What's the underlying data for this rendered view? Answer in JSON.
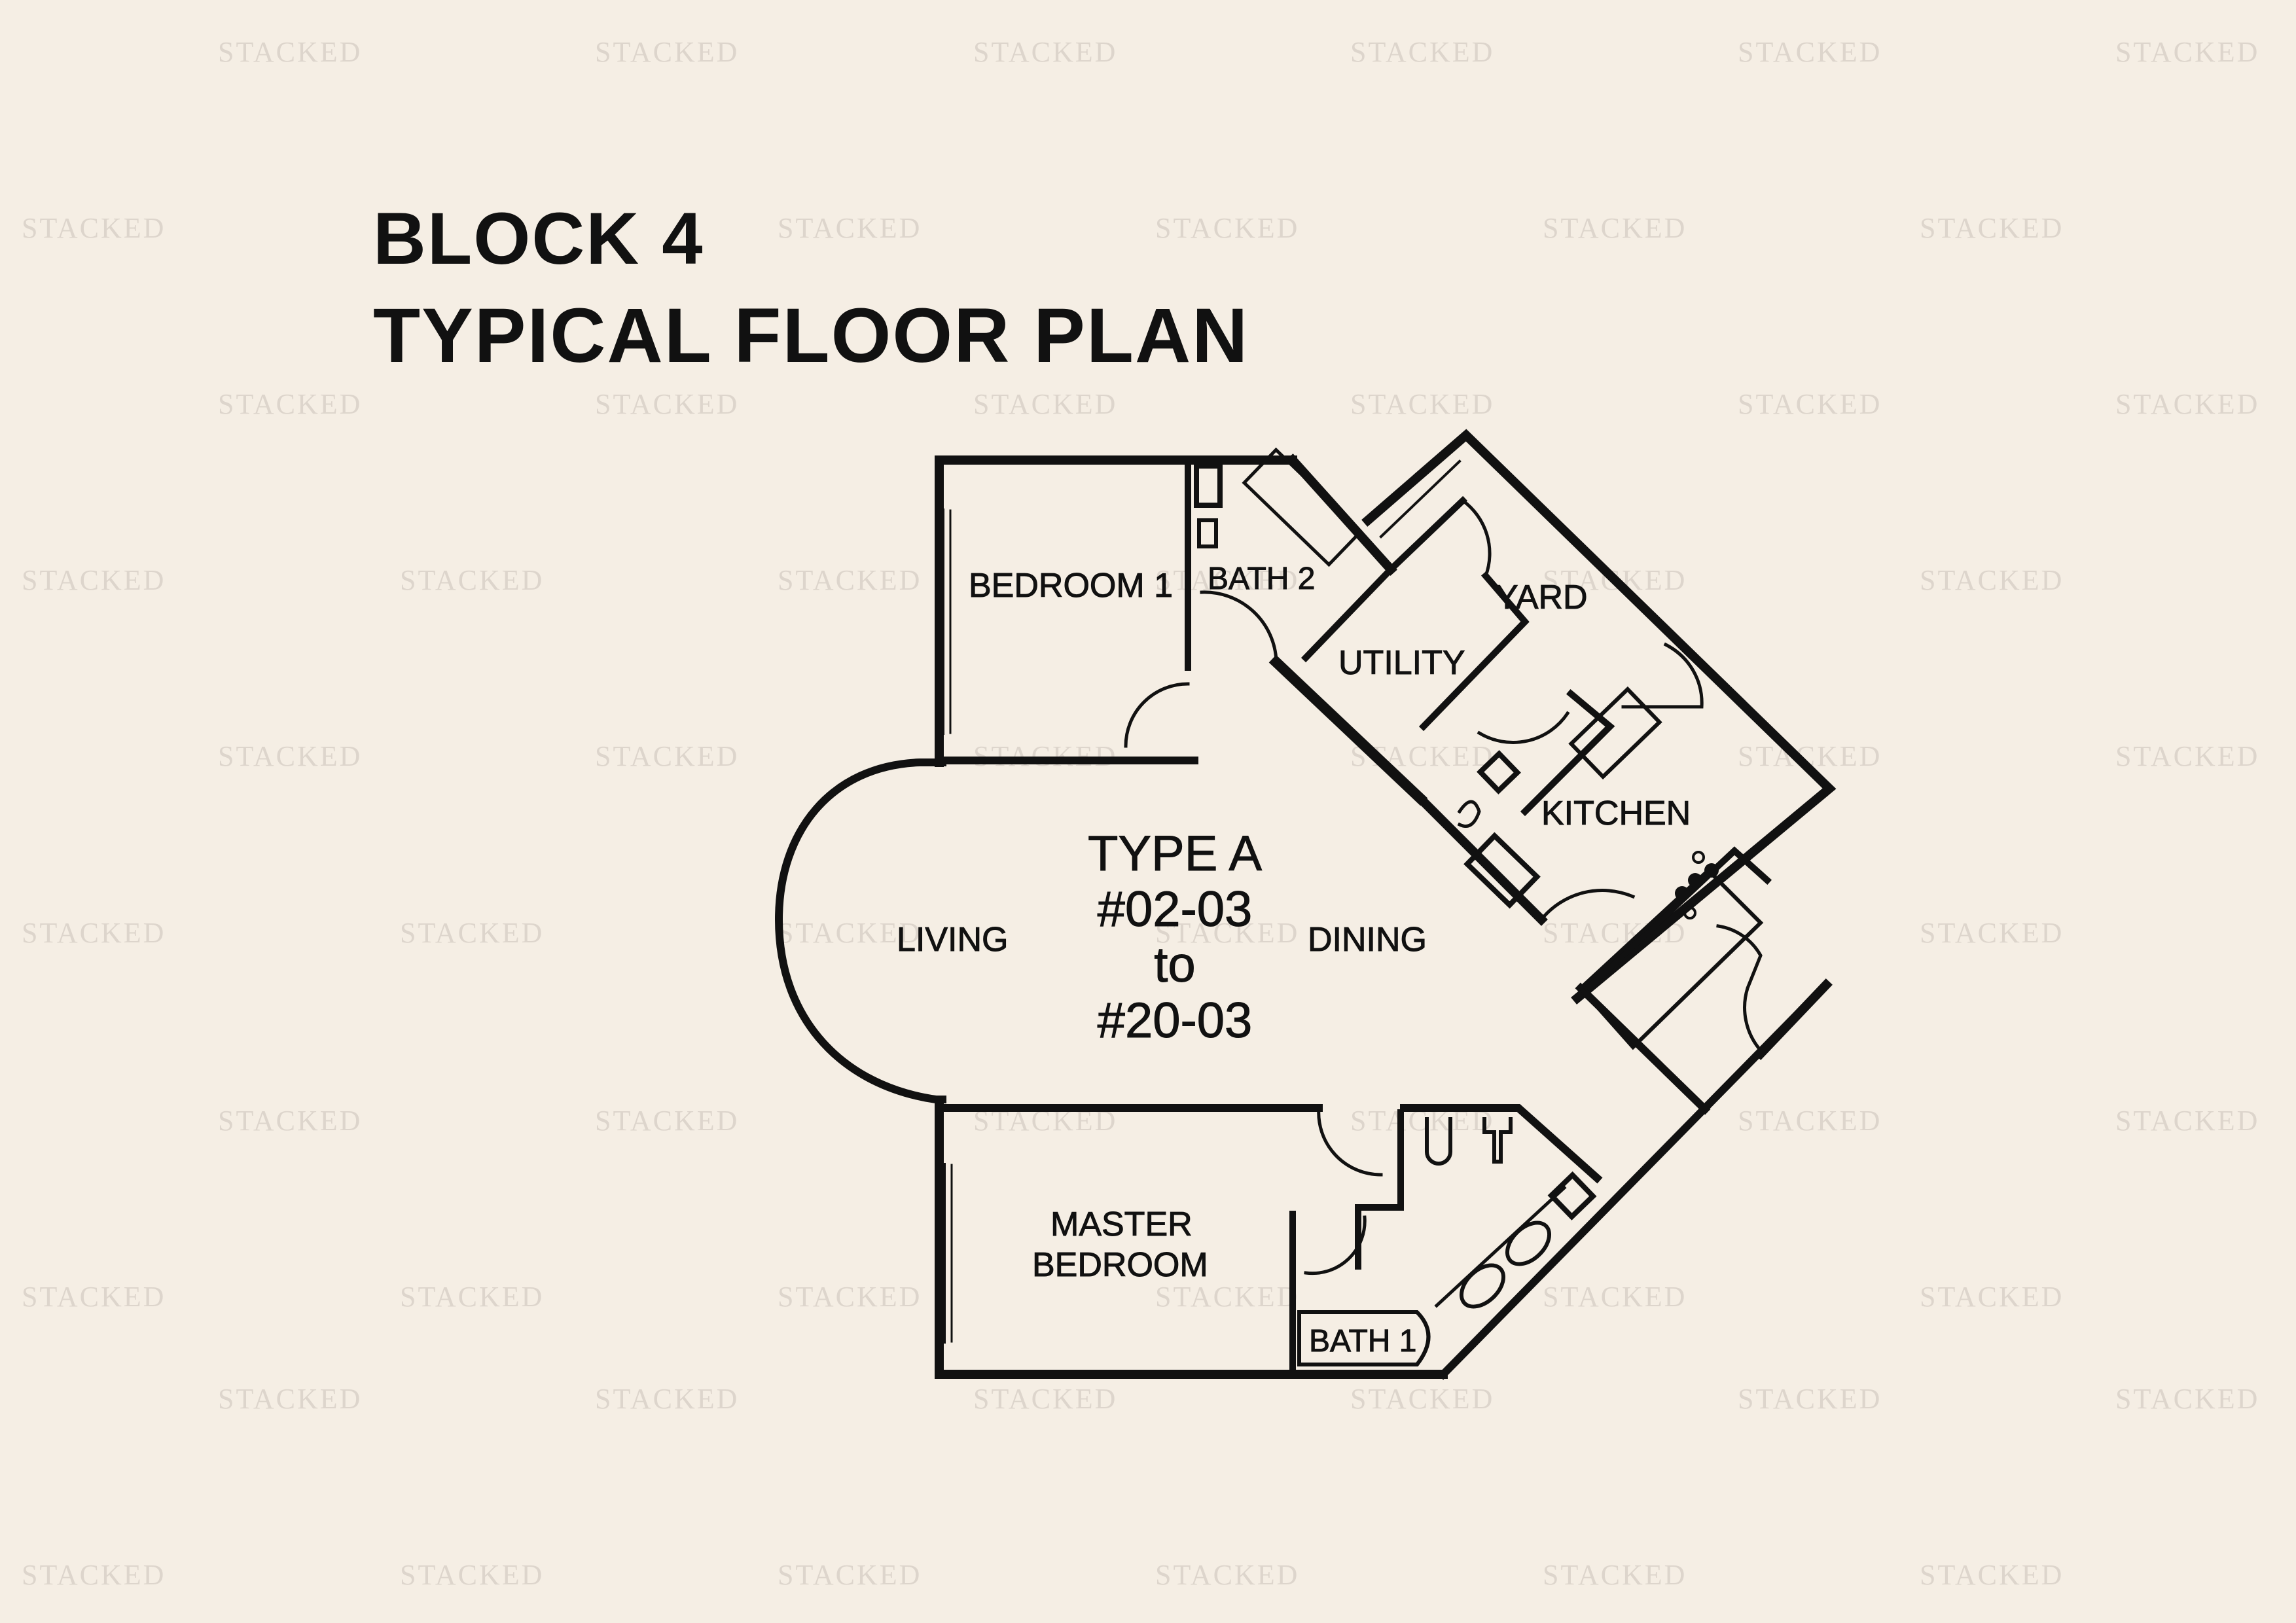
{
  "title": {
    "line1": "BLOCK 4",
    "line2": "TYPICAL FLOOR PLAN"
  },
  "unit": {
    "type": "TYPE A",
    "range_start": "#02-03",
    "range_to": "to",
    "range_end": "#20-03"
  },
  "rooms": {
    "bedroom1": "BEDROOM 1",
    "bath2": "BATH 2",
    "yard": "YARD",
    "utility": "UTILITY",
    "kitchen": "KITCHEN",
    "living": "LIVING",
    "dining": "DINING",
    "master_line1": "MASTER",
    "master_line2": "BEDROOM",
    "bath1": "BATH 1"
  },
  "watermark": {
    "text": "STACKED",
    "color": "#ddd5cc"
  },
  "colors": {
    "background": "#f5eee4",
    "ink": "#111111"
  }
}
